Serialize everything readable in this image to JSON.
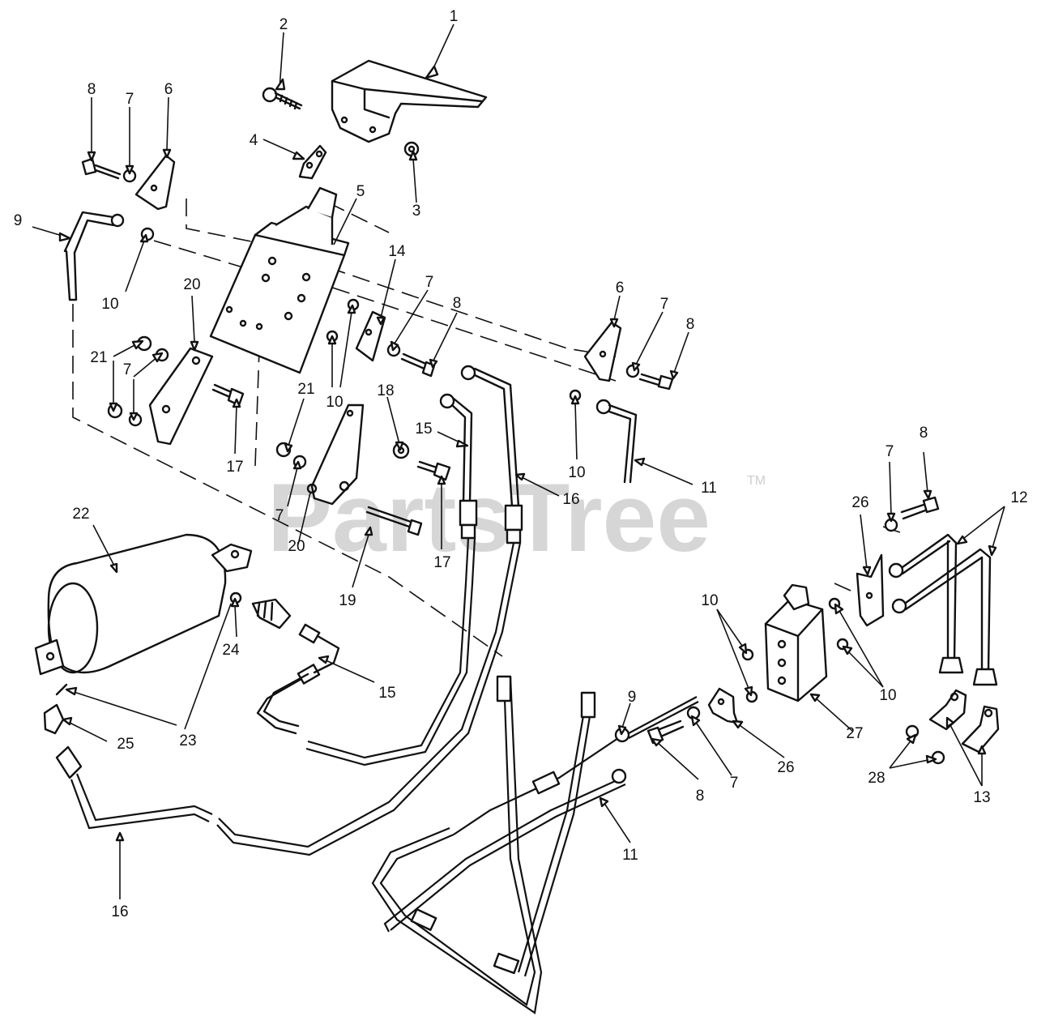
{
  "watermark": {
    "text": "PartsTree",
    "tm": "TM"
  },
  "callouts": [
    {
      "n": "1"
    },
    {
      "n": "2"
    },
    {
      "n": "8"
    },
    {
      "n": "7"
    },
    {
      "n": "6"
    },
    {
      "n": "4"
    },
    {
      "n": "3"
    },
    {
      "n": "5"
    },
    {
      "n": "9"
    },
    {
      "n": "10"
    },
    {
      "n": "14"
    },
    {
      "n": "7"
    },
    {
      "n": "8"
    },
    {
      "n": "20"
    },
    {
      "n": "21"
    },
    {
      "n": "7"
    },
    {
      "n": "10"
    },
    {
      "n": "17"
    },
    {
      "n": "21"
    },
    {
      "n": "7"
    },
    {
      "n": "18"
    },
    {
      "n": "15"
    },
    {
      "n": "16"
    },
    {
      "n": "17"
    },
    {
      "n": "20"
    },
    {
      "n": "19"
    },
    {
      "n": "6"
    },
    {
      "n": "7"
    },
    {
      "n": "8"
    },
    {
      "n": "10"
    },
    {
      "n": "11"
    },
    {
      "n": "22"
    },
    {
      "n": "24"
    },
    {
      "n": "15"
    },
    {
      "n": "23"
    },
    {
      "n": "25"
    },
    {
      "n": "16"
    },
    {
      "n": "7"
    },
    {
      "n": "8"
    },
    {
      "n": "12"
    },
    {
      "n": "26"
    },
    {
      "n": "10"
    },
    {
      "n": "10"
    },
    {
      "n": "9"
    },
    {
      "n": "27"
    },
    {
      "n": "26"
    },
    {
      "n": "8"
    },
    {
      "n": "7"
    },
    {
      "n": "11"
    },
    {
      "n": "28"
    },
    {
      "n": "13"
    }
  ]
}
